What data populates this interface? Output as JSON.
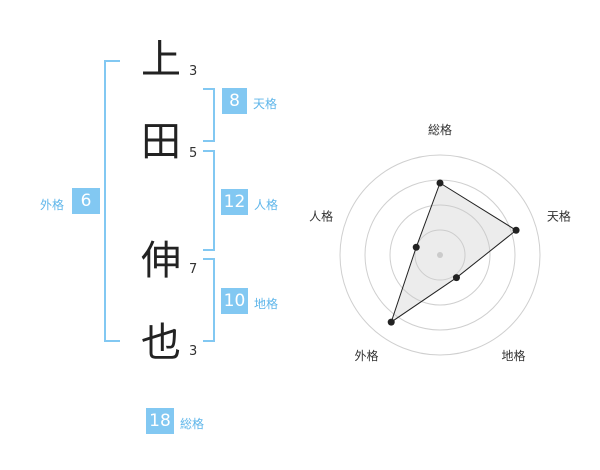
{
  "name_chars": [
    {
      "char": "上",
      "strokes": "3"
    },
    {
      "char": "田",
      "strokes": "5"
    },
    {
      "char": "伸",
      "strokes": "7"
    },
    {
      "char": "也",
      "strokes": "3"
    }
  ],
  "kakusu": {
    "tenkaku": {
      "value": "8",
      "label": "天格"
    },
    "jinkaku": {
      "value": "12",
      "label": "人格"
    },
    "chikaku": {
      "value": "10",
      "label": "地格"
    },
    "gaikaku": {
      "value": "6",
      "label": "外格"
    },
    "soukaku": {
      "value": "18",
      "label": "総格"
    }
  },
  "colors": {
    "accent": "#82c8f2",
    "accent_text": "#5fb6ea"
  },
  "chart_data": {
    "type": "radar",
    "categories": [
      "総格",
      "天格",
      "地格",
      "外格",
      "人格"
    ],
    "values": [
      0.72,
      0.8,
      0.28,
      0.83,
      0.25
    ],
    "rlim": [
      0,
      1
    ],
    "rings": 4,
    "grid": true
  }
}
